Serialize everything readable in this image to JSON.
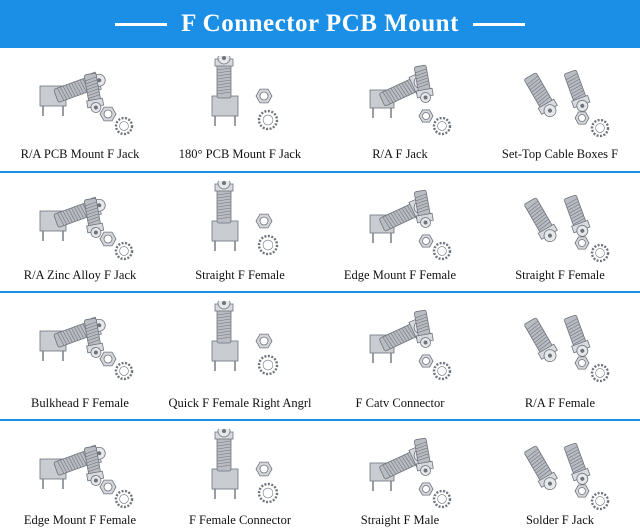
{
  "banner": {
    "title": "F Connector PCB Mount"
  },
  "rows": [
    [
      "R/A PCB Mount F Jack",
      "180° PCB Mount F Jack",
      "R/A F Jack",
      "Set-Top Cable Boxes F"
    ],
    [
      "R/A Zinc Alloy F Jack",
      "Straight F Female",
      "Edge Mount F Female",
      "Straight F Female"
    ],
    [
      "Bulkhead F Female",
      "Quick F Female Right Angrl",
      "F Catv Connector",
      "R/A F Female"
    ],
    [
      "Edge Mount F Female",
      "F Female Connector",
      "Straight F Male",
      "Solder F Jack"
    ]
  ],
  "colors": {
    "accent": "#1b8fe6",
    "metal": "#b9bcc2",
    "metal_dark": "#6f747c"
  }
}
